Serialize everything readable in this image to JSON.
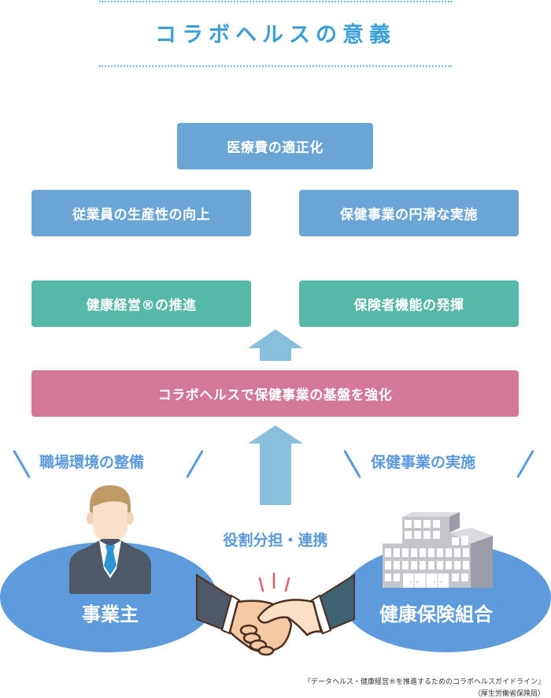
{
  "title": "コラボヘルスの意義",
  "boxes": {
    "top": "医療費の適正化",
    "row2_left": "従業員の生産性の向上",
    "row2_right": "保健事業の円滑な実施",
    "row3_left": "健康経営®の推進",
    "row3_right": "保険者機能の発揮",
    "foundation": "コラボヘルスで保健事業の基盤を強化"
  },
  "side_labels": {
    "left": "職場環境の整備",
    "right": "保健事業の実施"
  },
  "center_label": "役割分担・連携",
  "parties": {
    "left": "事業主",
    "right": "健康保険組合"
  },
  "icons": {
    "employer": "businessman-icon",
    "insurer": "office-building-icon",
    "cooperation": "handshake-icon",
    "arrow": "up-arrow-icon"
  },
  "colors": {
    "title": "#3ba0d8",
    "box_blue": "#6aa5d6",
    "box_green": "#56b8a7",
    "box_pink": "#d4789a",
    "arrow": "#87bfdc",
    "ellipse": "#5e9bdd",
    "label": "#5b99dc"
  },
  "source": {
    "line1": "『データヘルス・健康経営®を推進するためのコラボヘルスガイドライン』",
    "line2": "（厚生労働省保険局）"
  }
}
